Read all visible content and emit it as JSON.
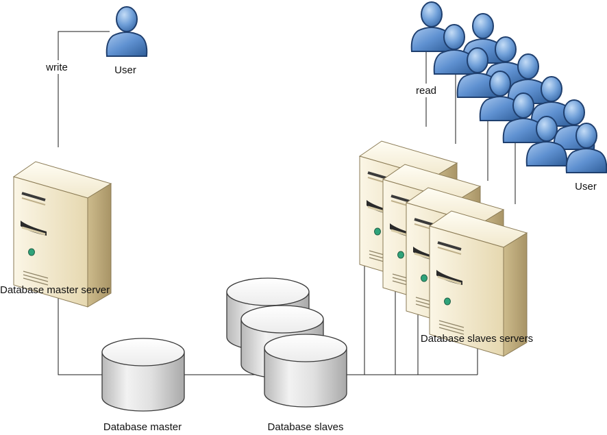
{
  "labels": {
    "user_top": "User",
    "user_group": "User",
    "write": "write",
    "read": "read",
    "master_server": "Database master server",
    "master_db": "Database master",
    "slave_dbs": "Database slaves",
    "slave_servers": "Database slaves servers"
  },
  "icons": {
    "user": "user-icon",
    "server": "server-tower-icon",
    "database": "database-cylinder-icon"
  },
  "colors": {
    "user_fill": "#5b8fd0",
    "user_stroke": "#1f3f6e",
    "server_body": "#efe4c4",
    "server_side": "#c9b88a",
    "db_fill": "#e2e2e2",
    "line": "#1a1a1a"
  }
}
